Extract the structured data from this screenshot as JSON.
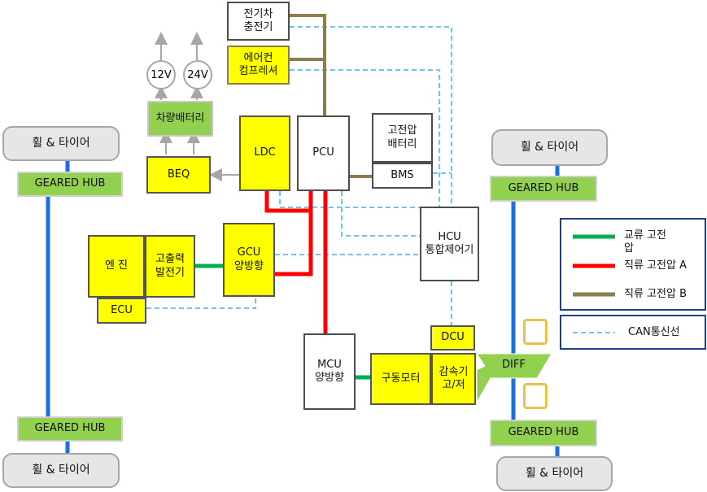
{
  "boxes": {
    "ev_charger": "전기차\n충전기",
    "ac_compressor": "에어컨\n컴프레셔",
    "volt_12": "12V",
    "volt_24": "24V",
    "vehicle_battery": "차량배터리",
    "ldc": "LDC",
    "pcu": "PCU",
    "hv_battery": "고전압\n배터리",
    "bms": "BMS",
    "beq": "BEQ",
    "engine": "엔 진",
    "hp_generator": "고출력\n발전기",
    "gcu": "GCU\n양방향",
    "ecu": "ECU",
    "hcu": "HCU\n통합제어기",
    "dcu": "DCU",
    "mcu": "MCU\n양방향",
    "drive_motor": "구동모터",
    "reducer": "감속기\n고/저",
    "diff": "DIFF",
    "left_top_wheel": "휠 & 타이어",
    "left_top_hub": "GEARED HUB",
    "left_bottom_hub": "GEARED HUB",
    "left_bottom_wheel": "휠 & 타이어",
    "right_top_wheel": "휠 & 타이어",
    "right_top_hub": "GEARED HUB",
    "right_bottom_hub": "GEARED HUB",
    "right_bottom_wheel": "휠 & 타이어"
  },
  "legend": {
    "ac_hv": "교류 고전\n압",
    "dc_hv_a": "직류 고전압 A",
    "dc_hv_b": "직류 고전압 B",
    "can": "CAN통신선"
  },
  "colors": {
    "ac_hv": "#00b050",
    "dc_hv_a": "#ff0000",
    "dc_hv_b": "#8b7d4e",
    "can": "#6fc3ef",
    "axle": "#1a6fe8",
    "box_yellow": "#ffff00",
    "hub_green": "#92d050",
    "wheel_grey": "#e6e6e6",
    "legend_border": "#1f3f8f"
  },
  "icons": {
    "up": "up-arrow-icon",
    "down": "down-arrow-icon"
  }
}
